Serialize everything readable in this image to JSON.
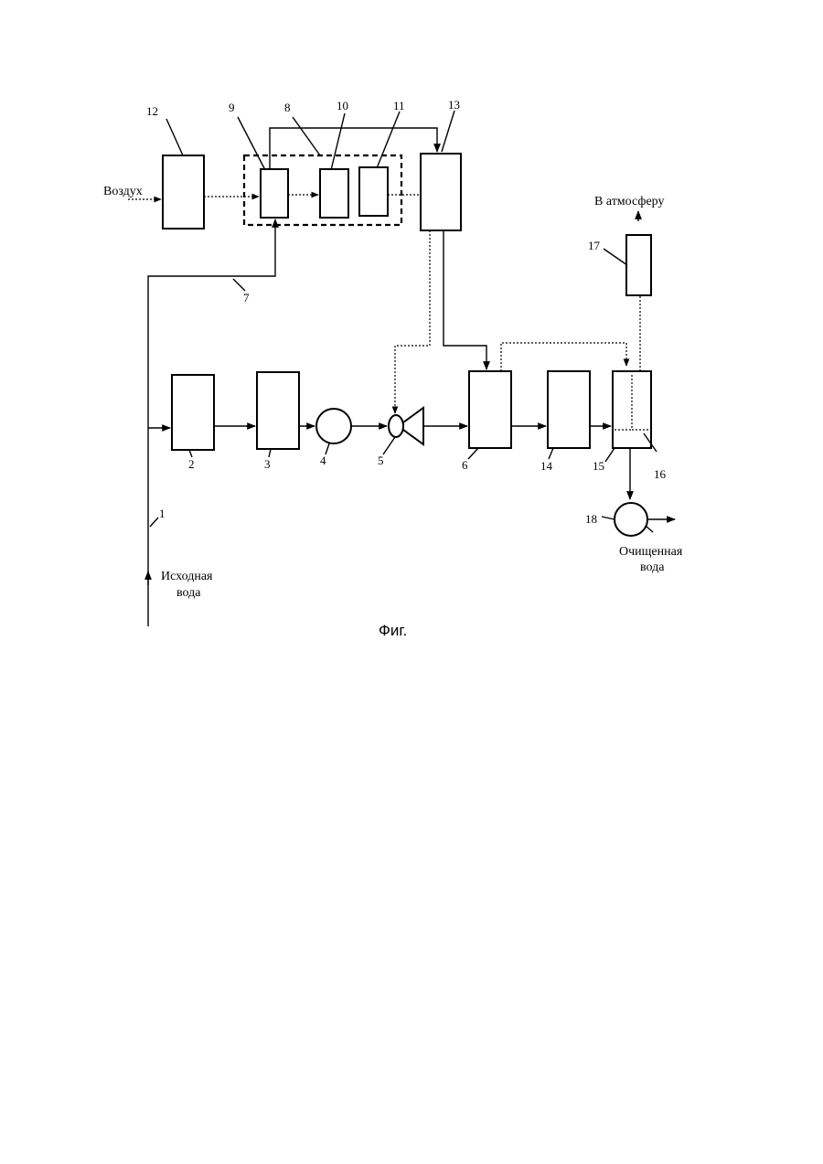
{
  "labels": {
    "n1": "1",
    "n2": "2",
    "n3": "3",
    "n4": "4",
    "n5": "5",
    "n6": "6",
    "n7": "7",
    "n8": "8",
    "n9": "9",
    "n10": "10",
    "n11": "11",
    "n12": "12",
    "n13": "13",
    "n14": "14",
    "n15": "15",
    "n16": "16",
    "n17": "17",
    "n18": "18"
  },
  "text": {
    "air": "Воздух",
    "atmosphere": "В атмосферу",
    "source_water_l1": "Исходная",
    "source_water_l2": "вода",
    "clean_water_l1": "Очищенная",
    "clean_water_l2": "вода"
  },
  "caption": "Фиг."
}
